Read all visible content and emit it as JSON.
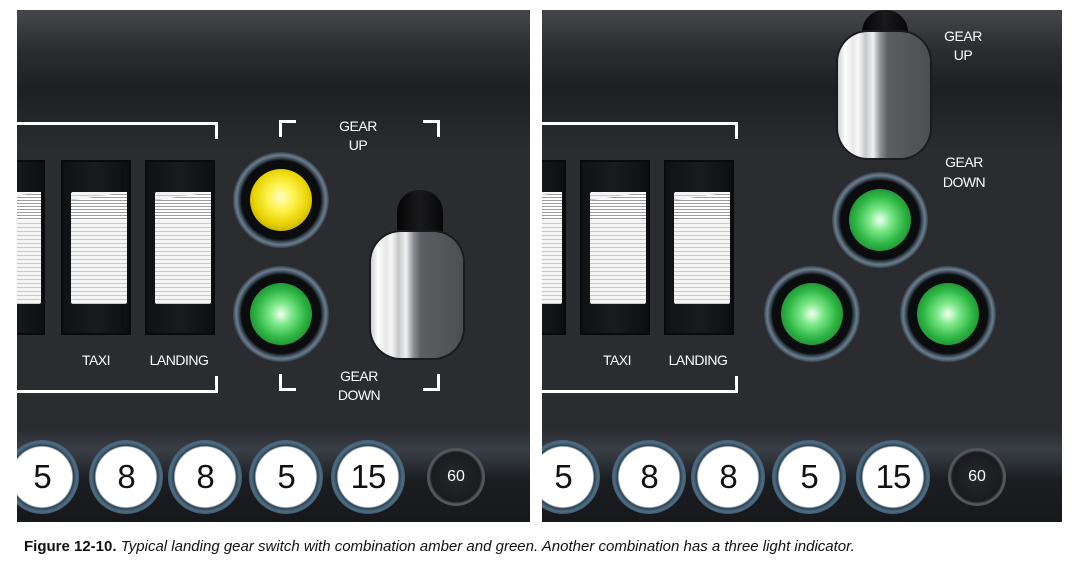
{
  "left_panel": {
    "switch_labels": {
      "taxi": "TAXI",
      "landing": "LANDING"
    },
    "gear_up_label": [
      "GEAR",
      "UP"
    ],
    "gear_down_label": [
      "GEAR",
      "DOWN"
    ],
    "lights": [
      "amber",
      "green"
    ],
    "gauges": [
      "5",
      "8",
      "8",
      "5",
      "15",
      "60"
    ]
  },
  "right_panel": {
    "switch_labels": {
      "taxi": "TAXI",
      "landing": "LANDING"
    },
    "gear_up_label": [
      "GEAR",
      "UP"
    ],
    "gear_down_label": [
      "GEAR",
      "DOWN"
    ],
    "lights": [
      "green",
      "green",
      "green"
    ],
    "gauges": [
      "5",
      "8",
      "8",
      "5",
      "15",
      "60"
    ]
  },
  "colors": {
    "amber": "#fff14a",
    "green": "#2fb845",
    "panel": "#2a2c30"
  },
  "caption": {
    "figure": "Figure 12-10.",
    "text": "Typical landing gear switch with combination amber and green. Another combination has a three light indicator."
  }
}
